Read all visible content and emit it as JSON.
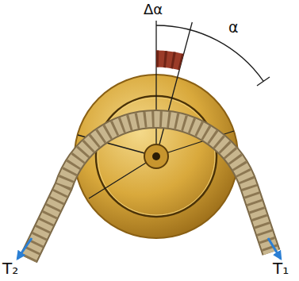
{
  "diagram": {
    "labels": [
      "Δα",
      "α",
      "T₂",
      "T₁"
    ]
  }
}
